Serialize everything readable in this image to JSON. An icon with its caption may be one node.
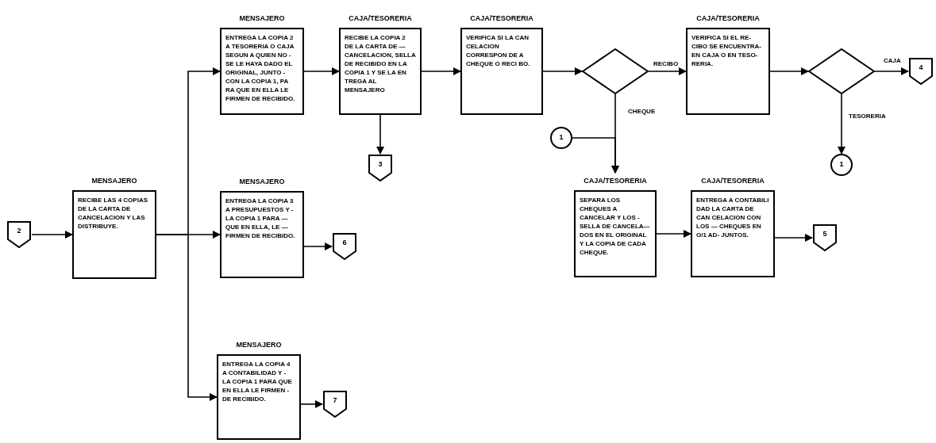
{
  "diagram": {
    "nodes": [
      {
        "text": [
          "2"
        ]
      },
      {
        "text": [
          "MENSAJERO",
          "RECIBE LAS 4 COPIAS DE LA CARTA DE CANCELACION Y LAS DISTRIBUYE."
        ]
      },
      {
        "text": [
          "MENSAJERO",
          "ENTREGA LA COPIA 2 A TESORERIA O CAJA SEGUN A QUIEN NO - SE LE HAYA DADO EL ORIGINAL, JUNTO - CON LA COPIA 1, PA RA QUE EN ELLA LE FIRMEN DE RECIBIDO."
        ]
      },
      {
        "text": [
          "MENSAJERO",
          "ENTREGA LA COPIA 3 A PRESUPUESTOS Y - LA COPIA 1 PARA — QUE EN ELLA, LE — FIRMEN DE RECIBIDO."
        ]
      },
      {
        "text": [
          "MENSAJERO",
          "ENTREGA LA COPIA 4 A CONTABILIDAD Y - LA COPIA 1 PARA QUE EN ELLA LE FIRMEN - DE RECIBIDO."
        ]
      },
      {
        "text": [
          "CAJA/TESORERIA",
          "RECIBE LA COPIA 2 DE LA CARTA DE — CANCELACION, SELLA DE RECIBIDO EN LA COPIA 1 Y SE LA EN TREGA AL MENSAJERO"
        ]
      },
      {
        "text": [
          "3"
        ]
      },
      {
        "text": [
          "6"
        ]
      },
      {
        "text": [
          "7"
        ]
      },
      {
        "text": [
          "CAJA/TESORERIA",
          "VERIFICA SI LA CAN CELACION CORRESPON DE A CHEQUE O RECI BO."
        ]
      },
      {
        "text": [],
        "shape": "diamond"
      },
      {
        "text": [
          "CAJA/TESORERIA",
          "VERIFICA SI EL RE- CIBO SE ENCUENTRA- EN CAJA O EN TESO- RERIA."
        ]
      },
      {
        "text": [],
        "shape": "diamond"
      },
      {
        "text": [
          "4"
        ]
      },
      {
        "text": [
          "1"
        ]
      },
      {
        "text": [
          "1"
        ]
      },
      {
        "text": [
          "CAJA/TESORERIA",
          "SEPARA LOS CHEQUES A CANCELAR Y LOS - SELLA DE CANCELA— DOS EN EL ORIGINAL Y LA COPIA DE CADA CHEQUE."
        ]
      },
      {
        "text": [
          "CAJA/TESORERIA",
          "ENTREGA A CONTABILI DAD LA CARTA DE CAN CELACION CON LOS — CHEQUES EN O/1 AD- JUNTOS."
        ]
      },
      {
        "text": [
          "5"
        ]
      }
    ],
    "edges": [
      {
        "from": 0,
        "to": 1,
        "arrow": "to"
      },
      {
        "from": 1,
        "to": 2,
        "arrow": "to"
      },
      {
        "from": 1,
        "to": 3,
        "arrow": "to"
      },
      {
        "from": 1,
        "to": 4,
        "arrow": "to"
      },
      {
        "from": 2,
        "to": 5,
        "arrow": "to"
      },
      {
        "from": 5,
        "to": 6,
        "arrow": "to"
      },
      {
        "from": 3,
        "to": 7,
        "arrow": "to"
      },
      {
        "from": 4,
        "to": 8,
        "arrow": "to"
      },
      {
        "from": 5,
        "to": 9,
        "arrow": "to"
      },
      {
        "from": 9,
        "to": 10,
        "arrow": "to"
      },
      {
        "from": 10,
        "to": 11,
        "arrow": "to",
        "label": "RECIBO"
      },
      {
        "from": 10,
        "to": 16,
        "arrow": "to",
        "label": "CHEQUE"
      },
      {
        "from": 15,
        "to": 16,
        "arrow": "to"
      },
      {
        "from": 11,
        "to": 12,
        "arrow": "to"
      },
      {
        "from": 12,
        "to": 13,
        "arrow": "to",
        "label": "CAJA"
      },
      {
        "from": 12,
        "to": 14,
        "arrow": "to",
        "label": "TESORERIA"
      },
      {
        "from": 16,
        "to": 17,
        "arrow": "to"
      },
      {
        "from": 17,
        "to": 18,
        "arrow": "to"
      }
    ]
  }
}
